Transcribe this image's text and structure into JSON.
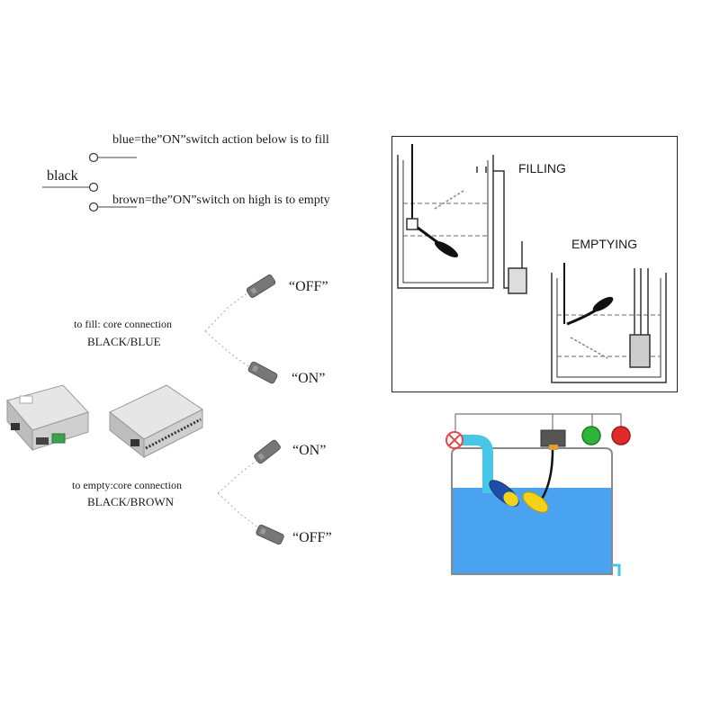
{
  "wiring": {
    "blue_label": "blue=the”ON”switch action below is to fill",
    "black_label": "black",
    "brown_label": "brown=the”ON”switch on high is to empty"
  },
  "fill": {
    "caption_1": "to fill: core connection",
    "caption_2": "BLACK/BLUE",
    "state_top": "“OFF”",
    "state_bottom": "“ON”"
  },
  "empty": {
    "caption_1": "to empty:core connection",
    "caption_2": "BLACK/BROWN",
    "state_top": "“ON”",
    "state_bottom": "“OFF”"
  },
  "diagram": {
    "filling_label": "FILLING",
    "emptying_label": "EMPTYING"
  },
  "colors": {
    "water": "#4aa3f0",
    "float_yellow": "#f2d21b",
    "float_blue": "#1e4ea8",
    "lamp_green": "#2fb43a",
    "lamp_red": "#e02b2b",
    "valve_red": "#e24a4a"
  }
}
